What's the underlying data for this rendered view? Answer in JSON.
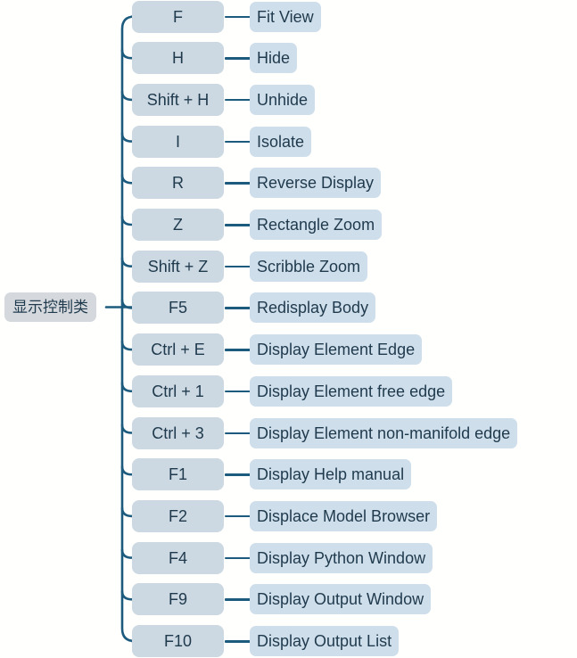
{
  "diagram": {
    "type": "mindmap",
    "title": "显示控制类",
    "root": {
      "label": "显示控制类"
    },
    "colors": {
      "background": "#fffffe",
      "root_fill": "#d5d9dd",
      "key_fill": "#ccd8e2",
      "label_fill": "#cfdeeb",
      "text": "#1f3a4d",
      "connector": "#1d5b7e"
    },
    "branches": [
      {
        "key": "F",
        "label": "Fit View"
      },
      {
        "key": "H",
        "label": "Hide"
      },
      {
        "key": "Shift + H",
        "label": "Unhide"
      },
      {
        "key": "I",
        "label": "Isolate"
      },
      {
        "key": "R",
        "label": "Reverse Display"
      },
      {
        "key": "Z",
        "label": "Rectangle Zoom"
      },
      {
        "key": "Shift + Z",
        "label": "Scribble Zoom"
      },
      {
        "key": "F5",
        "label": "Redisplay Body"
      },
      {
        "key": "Ctrl + E",
        "label": "Display Element Edge"
      },
      {
        "key": "Ctrl + 1",
        "label": "Display Element free edge"
      },
      {
        "key": "Ctrl + 3",
        "label": "Display Element non-manifold edge"
      },
      {
        "key": "F1",
        "label": "Display Help manual"
      },
      {
        "key": "F2",
        "label": "Displace Model Browser"
      },
      {
        "key": "F4",
        "label": "Display Python Window"
      },
      {
        "key": "F9",
        "label": "Display Output Window"
      },
      {
        "key": "F10",
        "label": "Display Output List"
      }
    ]
  }
}
